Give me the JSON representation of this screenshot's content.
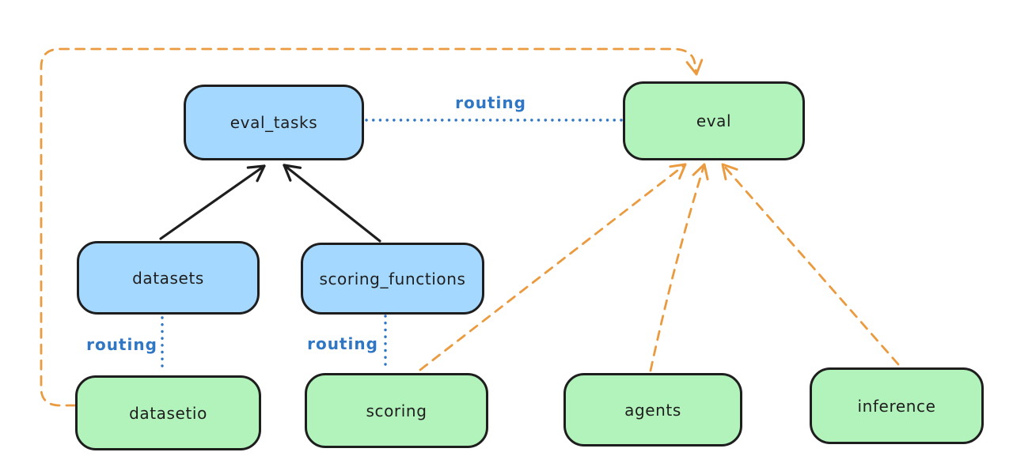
{
  "colors": {
    "background": "#ffffff",
    "node_blue_fill": "#a5d8ff",
    "node_green_fill": "#b2f2bb",
    "node_stroke": "#1e1e1e",
    "black_arrow": "#1e1e1e",
    "orange_dashed": "#eb9b3f",
    "routing_blue": "#2f76c4"
  },
  "nodes": [
    {
      "id": "eval_tasks",
      "label": "eval_tasks",
      "fill": "blue"
    },
    {
      "id": "eval",
      "label": "eval",
      "fill": "green"
    },
    {
      "id": "datasets",
      "label": "datasets",
      "fill": "blue"
    },
    {
      "id": "scoring_functions",
      "label": "scoring_functions",
      "fill": "blue"
    },
    {
      "id": "datasetio",
      "label": "datasetio",
      "fill": "green"
    },
    {
      "id": "scoring",
      "label": "scoring",
      "fill": "green"
    },
    {
      "id": "agents",
      "label": "agents",
      "fill": "green"
    },
    {
      "id": "inference",
      "label": "inference",
      "fill": "green"
    }
  ],
  "edges": [
    {
      "from": "datasets",
      "to": "eval_tasks",
      "style": "solid-arrow",
      "color": "black"
    },
    {
      "from": "scoring_functions",
      "to": "eval_tasks",
      "style": "solid-arrow",
      "color": "black"
    },
    {
      "from": "eval_tasks",
      "to": "eval",
      "style": "dotted",
      "color": "blue",
      "label": "routing"
    },
    {
      "from": "datasets",
      "to": "datasetio",
      "style": "dotted",
      "color": "blue",
      "label": "routing"
    },
    {
      "from": "scoring_functions",
      "to": "scoring",
      "style": "dotted",
      "color": "blue",
      "label": "routing"
    },
    {
      "from": "datasetio",
      "to": "eval",
      "style": "dashed-arrow",
      "color": "orange"
    },
    {
      "from": "scoring",
      "to": "eval",
      "style": "dashed-arrow",
      "color": "orange"
    },
    {
      "from": "agents",
      "to": "eval",
      "style": "dashed-arrow",
      "color": "orange"
    },
    {
      "from": "inference",
      "to": "eval",
      "style": "dashed-arrow",
      "color": "orange"
    }
  ],
  "edge_labels": [
    {
      "id": "routing-top",
      "text": "routing"
    },
    {
      "id": "routing-datasets",
      "text": "routing"
    },
    {
      "id": "routing-scoring",
      "text": "routing"
    }
  ]
}
